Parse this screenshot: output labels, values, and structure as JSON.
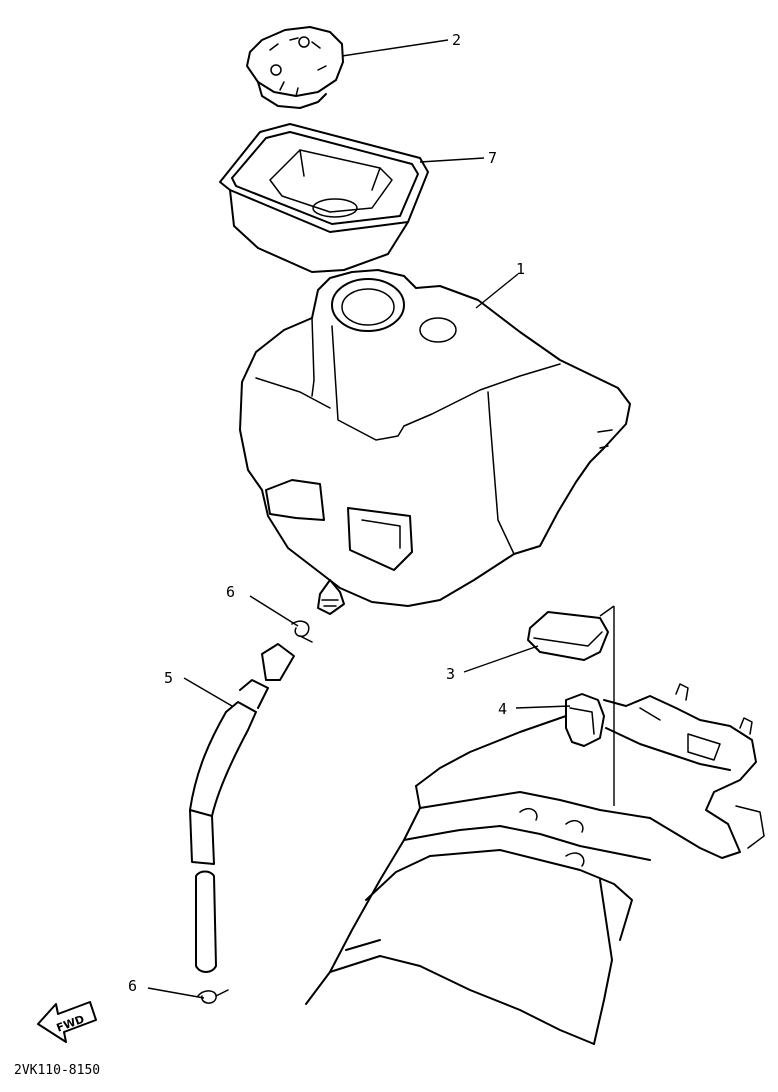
{
  "callouts": {
    "cap": "2",
    "tray": "7",
    "tank": "1",
    "clip_upper": "6",
    "hose": "5",
    "damper_pad": "3",
    "damper_band": "4",
    "clip_lower": "6"
  },
  "fwd_label": "FWD",
  "diagram_code": "2VK110-8150"
}
